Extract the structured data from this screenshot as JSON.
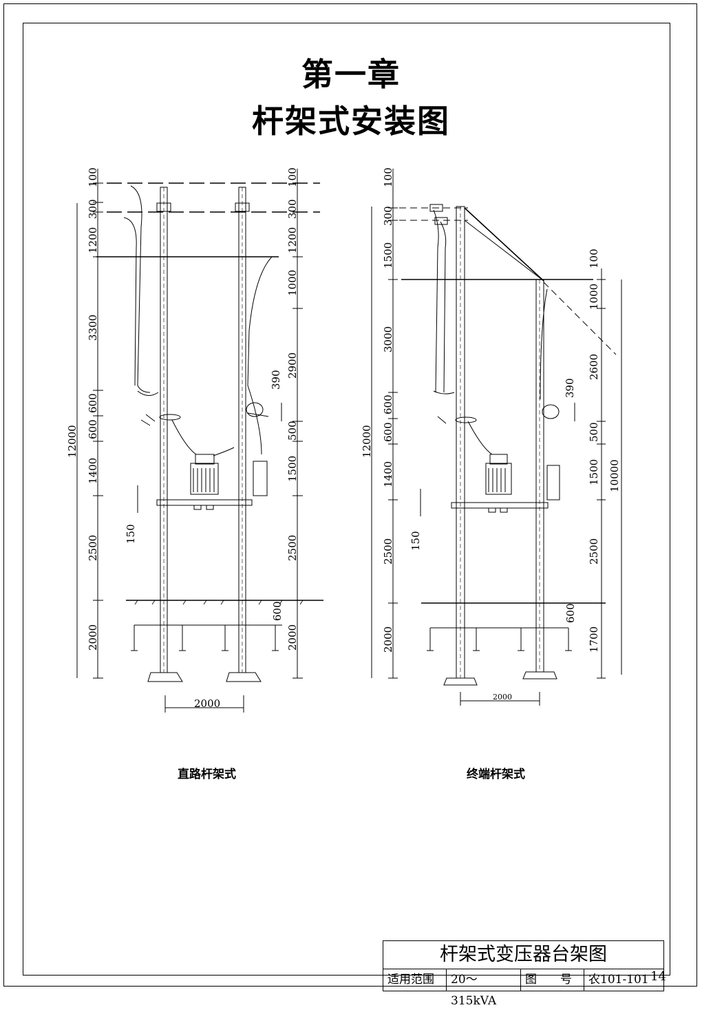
{
  "title": {
    "chapter": "第一章",
    "subtitle": "杆架式安装图"
  },
  "left_dims": {
    "d100": "100",
    "d300": "300",
    "d1200": "1200",
    "d3300": "3300",
    "d600a": "600",
    "d600b": "600",
    "d1400": "1400",
    "d2500": "2500",
    "d2000": "2000",
    "total": "12000",
    "d150": "150",
    "r100": "100",
    "r300": "300",
    "r1200": "1200",
    "r1000": "1000",
    "r2900": "2900",
    "r390": "390",
    "r500": "500",
    "r1500": "1500",
    "r2500": "2500",
    "r600": "600",
    "r2000": "2000",
    "span": "2000"
  },
  "right_dims": {
    "d100": "100",
    "d300": "300",
    "d1500": "1500",
    "d3000": "3000",
    "d600a": "600",
    "d600b": "600",
    "d1400": "1400",
    "d2500": "2500",
    "d2000": "2000",
    "total": "12000",
    "d150": "150",
    "r100": "100",
    "r1000": "1000",
    "r2600": "2600",
    "r390": "390",
    "r500": "500",
    "r1500": "1500",
    "r2500": "2500",
    "r600": "600",
    "r1700": "1700",
    "r10000": "10000",
    "span": "2000"
  },
  "captions": {
    "left": "直路杆架式",
    "right": "终端杆架式"
  },
  "title_block": {
    "name": "杆架式变压器台架图",
    "range_label": "适用范围",
    "range_value": "20～315kVA",
    "drawing_no_label": "图　　号",
    "drawing_no_value": "农101-101"
  },
  "page_number": "14"
}
